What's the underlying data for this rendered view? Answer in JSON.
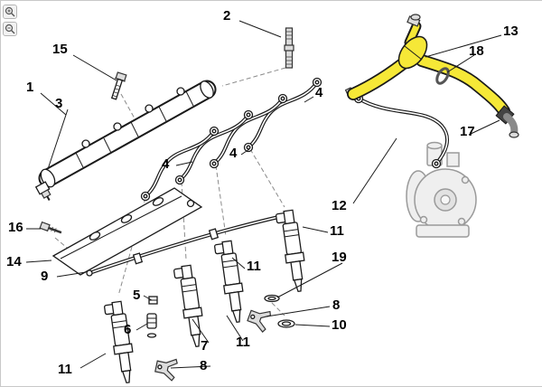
{
  "view": {
    "type": "exploded-parts-diagram",
    "subject": "fuel-injection-system"
  },
  "colors": {
    "highlight": "#f6e837",
    "line": "#1a1a1a",
    "muted_part": "#9a9a9a"
  },
  "icons": {
    "zoom_in": "magnifier-plus-icon",
    "zoom_out": "magnifier-minus-icon"
  },
  "callouts": {
    "c1": {
      "text": "1"
    },
    "c2": {
      "text": "2"
    },
    "c3": {
      "text": "3"
    },
    "c4a": {
      "text": "4"
    },
    "c4b": {
      "text": "4"
    },
    "c4c": {
      "text": "4"
    },
    "c5": {
      "text": "5"
    },
    "c6": {
      "text": "6"
    },
    "c7": {
      "text": "7"
    },
    "c8a": {
      "text": "8"
    },
    "c8b": {
      "text": "8"
    },
    "c9": {
      "text": "9"
    },
    "c10": {
      "text": "10"
    },
    "c11a": {
      "text": "11"
    },
    "c11b": {
      "text": "11"
    },
    "c11c": {
      "text": "11"
    },
    "c11d": {
      "text": "11"
    },
    "c12": {
      "text": "12"
    },
    "c13": {
      "text": "13"
    },
    "c14": {
      "text": "14"
    },
    "c15": {
      "text": "15"
    },
    "c16": {
      "text": "16"
    },
    "c17": {
      "text": "17"
    },
    "c18": {
      "text": "18"
    },
    "c19": {
      "text": "19"
    }
  }
}
